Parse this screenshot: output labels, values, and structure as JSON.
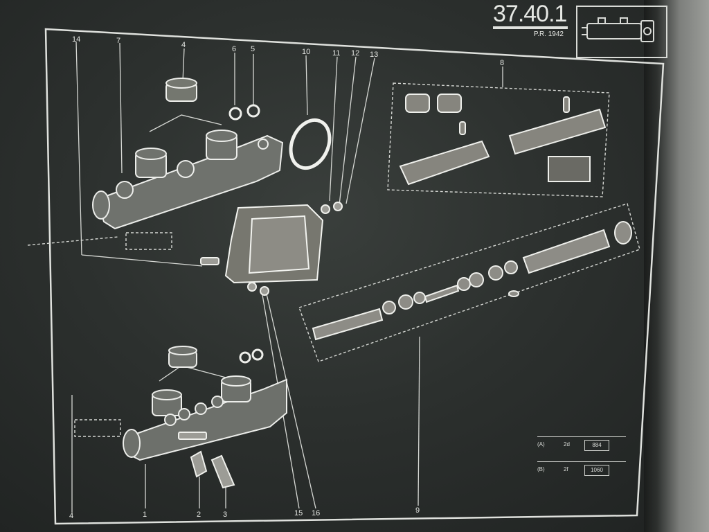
{
  "header": {
    "page_number": "37.40.1",
    "pr_reference": "P.R. 1942"
  },
  "callouts": {
    "top": [
      "14",
      "7",
      "4",
      "6",
      "5",
      "10",
      "11",
      "12",
      "13",
      "8"
    ],
    "bottom": [
      "4",
      "1",
      "2",
      "3",
      "15",
      "16",
      "9"
    ]
  },
  "legend": {
    "rows": [
      {
        "code": "(A)",
        "model": "2d",
        "ref": "884"
      },
      {
        "code": "(B)",
        "model": "2f",
        "ref": "1060"
      }
    ]
  }
}
